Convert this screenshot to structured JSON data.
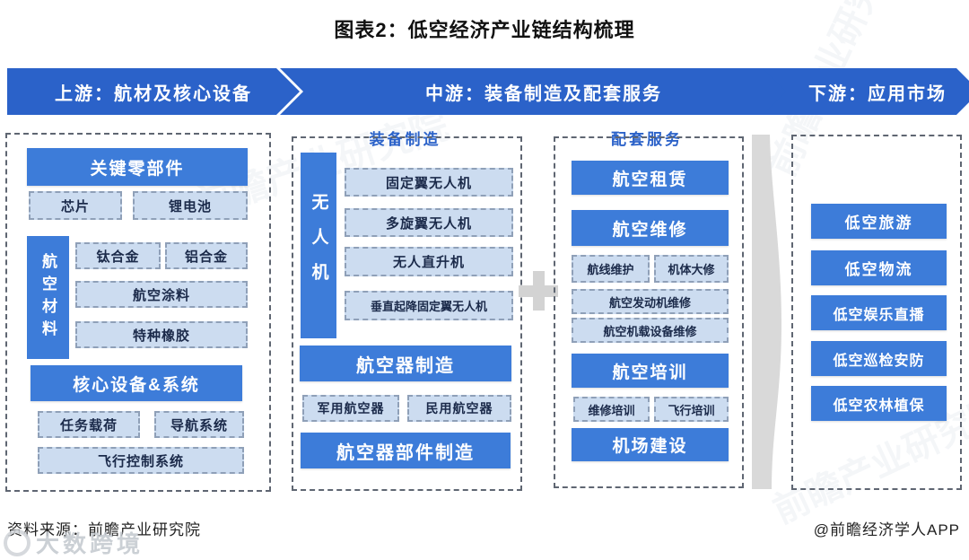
{
  "title": "图表2：低空经济产业链结构梳理",
  "banners": {
    "upstream": "上游：航材及核心设备",
    "midstream": "中游：装备制造及配套服务",
    "downstream": "下游：应用市场"
  },
  "upstream": {
    "key_parts": {
      "header": "关键零部件",
      "items": [
        "芯片",
        "锂电池"
      ]
    },
    "materials": {
      "label": "航空材料",
      "items": [
        "钛合金",
        "铝合金",
        "航空涂料",
        "特种橡胶"
      ]
    },
    "core_systems": {
      "header": "核心设备&系统",
      "items": [
        "任务载荷",
        "导航系统",
        "飞行控制系统"
      ]
    }
  },
  "midstream": {
    "equipment": {
      "section_title": "装备制造",
      "uav": {
        "label": "无人机",
        "items": [
          "固定翼无人机",
          "多旋翼无人机",
          "无人直升机",
          "垂直起降固定翼无人机"
        ]
      },
      "aircraft_header": "航空器制造",
      "aircraft_items": [
        "军用航空器",
        "民用航空器"
      ],
      "parts_header": "航空器部件制造"
    },
    "services": {
      "section_title": "配套服务",
      "leasing": "航空租赁",
      "maintenance": {
        "header": "航空维修",
        "items": [
          "航线维护",
          "机体大修",
          "航空发动机维修",
          "航空机载设备维修"
        ]
      },
      "training": {
        "header": "航空培训",
        "items": [
          "维修培训",
          "飞行培训"
        ]
      },
      "airport": "机场建设"
    }
  },
  "downstream": {
    "items": [
      "低空旅游",
      "低空物流",
      "低空娱乐直播",
      "低空巡检安防",
      "低空农林植保"
    ]
  },
  "footer": {
    "source": "资料来源：前瞻产业研究院",
    "credit": "@前瞻经济学人APP"
  },
  "watermarks": {
    "corner": "大数跨境",
    "background": "前瞻产业研究院"
  },
  "colors": {
    "banner_blue": "#2b62c9",
    "header_blue": "#3d7cd9",
    "light_box": "#ccdcf0",
    "gray_shape": "#d9d9d9"
  }
}
